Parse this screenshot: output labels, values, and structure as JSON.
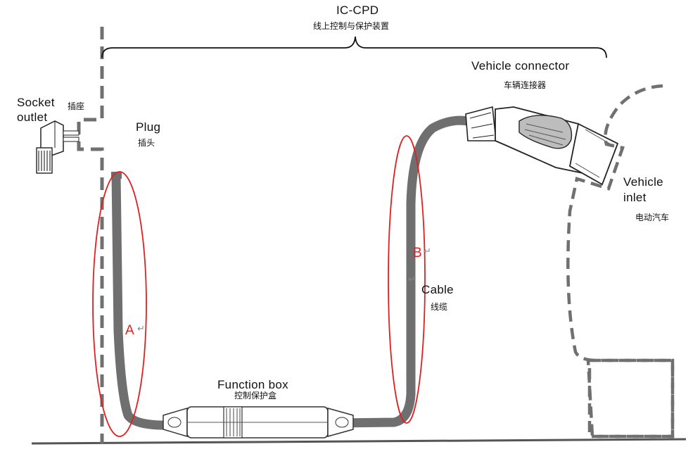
{
  "labels": {
    "ic_cpd": "IC-CPD",
    "ic_cpd_cn": "线上控制与保护装置",
    "vehicle_connector": "Vehicle connector",
    "vehicle_connector_cn": "车辆连接器",
    "socket_outlet_1": "Socket",
    "socket_outlet_2": "outlet",
    "socket_outlet_cn": "插座",
    "plug": "Plug",
    "plug_cn": "插头",
    "vehicle_inlet_1": "Vehicle",
    "vehicle_inlet_2": "inlet",
    "vehicle_inlet_cn": "电动汽车",
    "cable": "Cable",
    "cable_cn": "线缆",
    "function_box": "Function box",
    "function_box_cn": "控制保护盒",
    "marker_a": "A",
    "marker_b": "B",
    "return_mark": "↵"
  },
  "colors": {
    "cable": "#6f6f6f",
    "dashed": "#707070",
    "highlight": "#e02020",
    "ground": "#555555"
  }
}
